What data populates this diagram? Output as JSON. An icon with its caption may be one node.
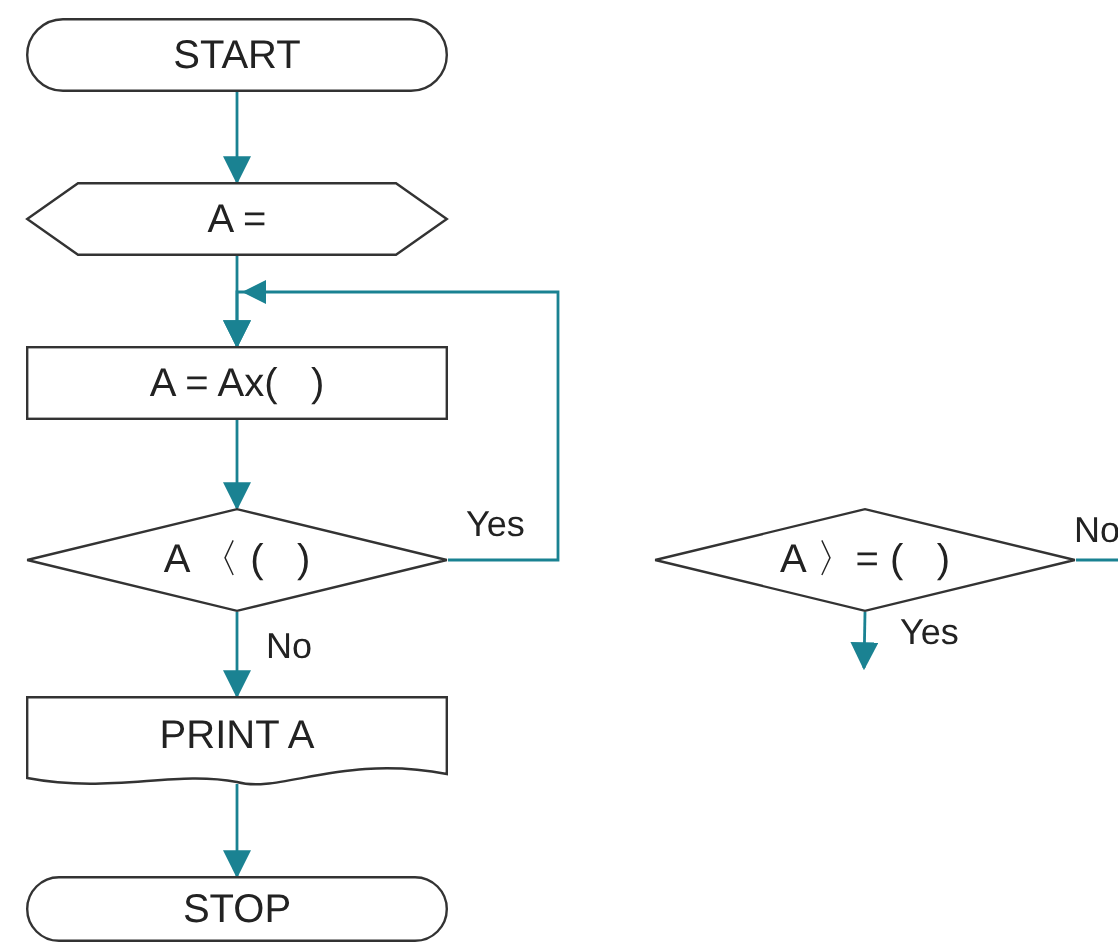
{
  "diagram": {
    "nodes": [
      {
        "text": [
          "START"
        ]
      },
      {
        "text": [
          "A ="
        ]
      },
      {
        "text": [
          "A = Ax(   )"
        ]
      },
      {
        "text": [
          "A 〈 (   )"
        ]
      },
      {
        "text": [
          "PRINT A"
        ]
      },
      {
        "text": [
          "STOP"
        ]
      },
      {
        "text": [
          "A 〉= (   )"
        ]
      }
    ],
    "edges": [
      {
        "from": 0,
        "to": 1,
        "arrow": "to"
      },
      {
        "from": 1,
        "to": 2,
        "arrow": "to"
      },
      {
        "from": 3,
        "to": 2,
        "arrow": "to",
        "label": "Yes"
      },
      {
        "from": 2,
        "to": 3,
        "arrow": "to"
      },
      {
        "from": 3,
        "to": 4,
        "arrow": "to",
        "label": "No"
      },
      {
        "from": 4,
        "to": 5,
        "arrow": "to"
      },
      {
        "from": 6,
        "to": null,
        "arrow": "none",
        "label": "No"
      },
      {
        "from": 6,
        "to": null,
        "arrow": "to",
        "label": "Yes"
      }
    ]
  }
}
